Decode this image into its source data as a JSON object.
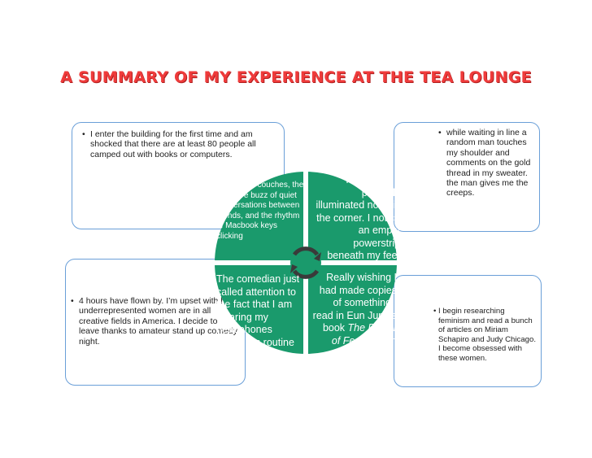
{
  "title": "A SUMMARY OF MY EXPERIENCE AT THE TEA LOUNGE",
  "colors": {
    "title": "#ef3b3b",
    "circle": "#1a9a6c",
    "card_border": "#6a9fd8"
  },
  "cards": {
    "top_left": "I enter the building for the first time and am shocked that there are at least 80 people all camped out with books or computers.",
    "top_right": "while waiting in line a random man touches my shoulder and comments on the gold thread in my sweater. the man gives me the creeps.",
    "bottom_left": "4 hours have flown by. I’m upset with how underrepresented women are in all creative fields in America. I decide to leave thanks to amateur stand up comedy night.",
    "bottom_right": "I begin researching feminism and read a bunch of articles on Miriam Schapiro and Judy Chicago.  I become obsessed with these women."
  },
  "circle": {
    "q1": "Thrift store couches, the cohesive buzz of quiet conversations between friends, and the rhythm of Macbook keys clicking",
    "q2": "I slide into a perfectly illuminated nook in the corner.  I notice an empty powerstrip beneath my feet",
    "q3": "The comedian just called attention to the fact that I am wearing my headphones during his routine",
    "q4_text": "Really wishing I had made copies of something I read in Eun Jung’s book ",
    "q4_book": "The Power of Feminist Art"
  }
}
